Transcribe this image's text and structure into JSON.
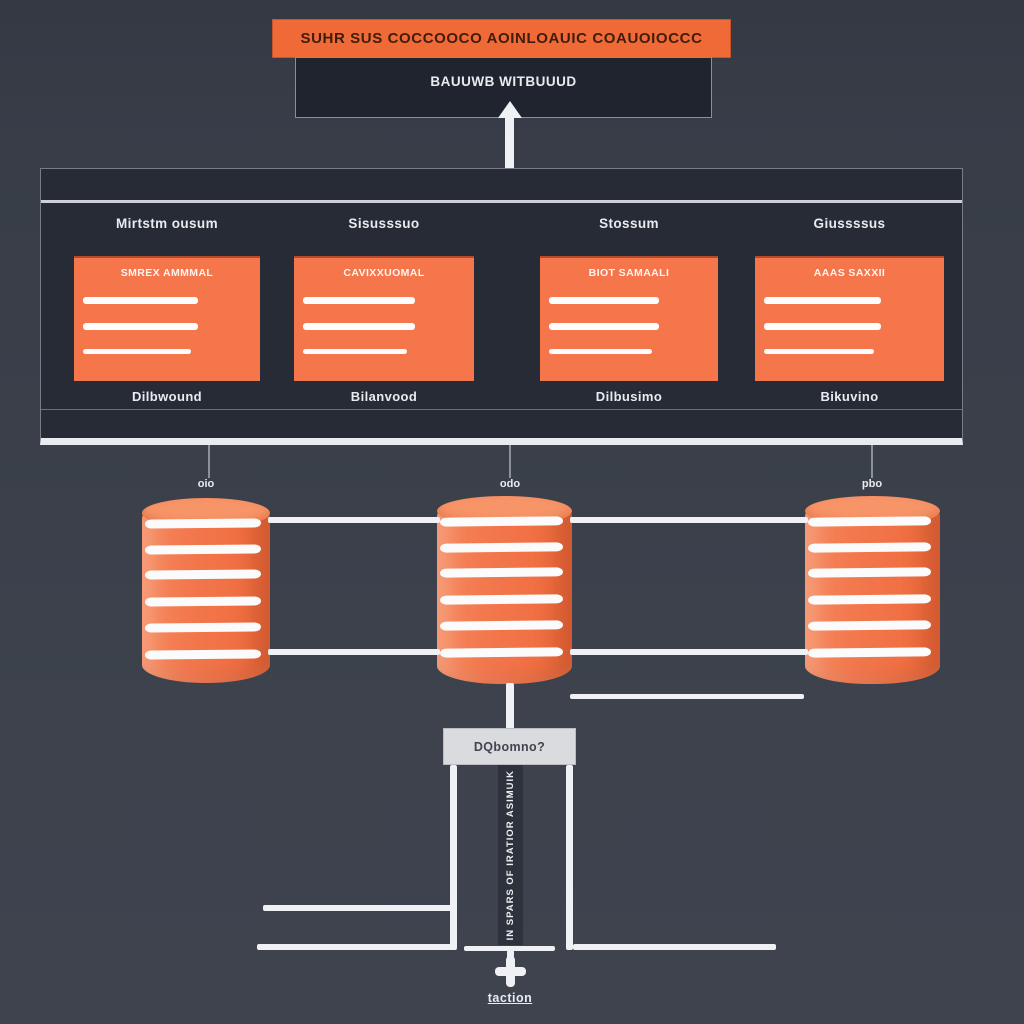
{
  "header": {
    "banner_label": "SUHR SUS COCCOOCO AOINLOAUIC COAUOIOCCC",
    "box_label": "BAUUWB WITBUUUD"
  },
  "panel": {
    "columns": [
      {
        "header": "Mirtstm ousum",
        "card_title": "SMREX AMMMAL",
        "footer": "Dilbwound"
      },
      {
        "header": "Sisusssuo",
        "card_title": "CAVIXXUOMAL",
        "footer": "Bilanvood"
      },
      {
        "header": "Stossum",
        "card_title": "BIOT SAMAALI",
        "footer": "Dilbusimo"
      },
      {
        "header": "Giussssus",
        "card_title": "AAAS SAXXII",
        "footer": "Bikuvino"
      }
    ]
  },
  "databases": {
    "items": [
      {
        "label": "oio"
      },
      {
        "label": "odo"
      },
      {
        "label": "pbo"
      }
    ]
  },
  "bottom": {
    "box_label": "DQbomno?",
    "vertical_label": "IN SPARS OF IRATIOR ASIMUIK",
    "terminal_label": "taction"
  },
  "colors": {
    "page_bg": "#3a3f4a",
    "panel_bg": "#262b36",
    "dark_box": "#20242e",
    "banner_orange": "#ef6a36",
    "card_orange": "#f5764b",
    "cylinder_orange": "#f3784e",
    "light_box": "#d9dbdf",
    "line_white": "#eff1f4",
    "text_light": "#e9ebef"
  }
}
